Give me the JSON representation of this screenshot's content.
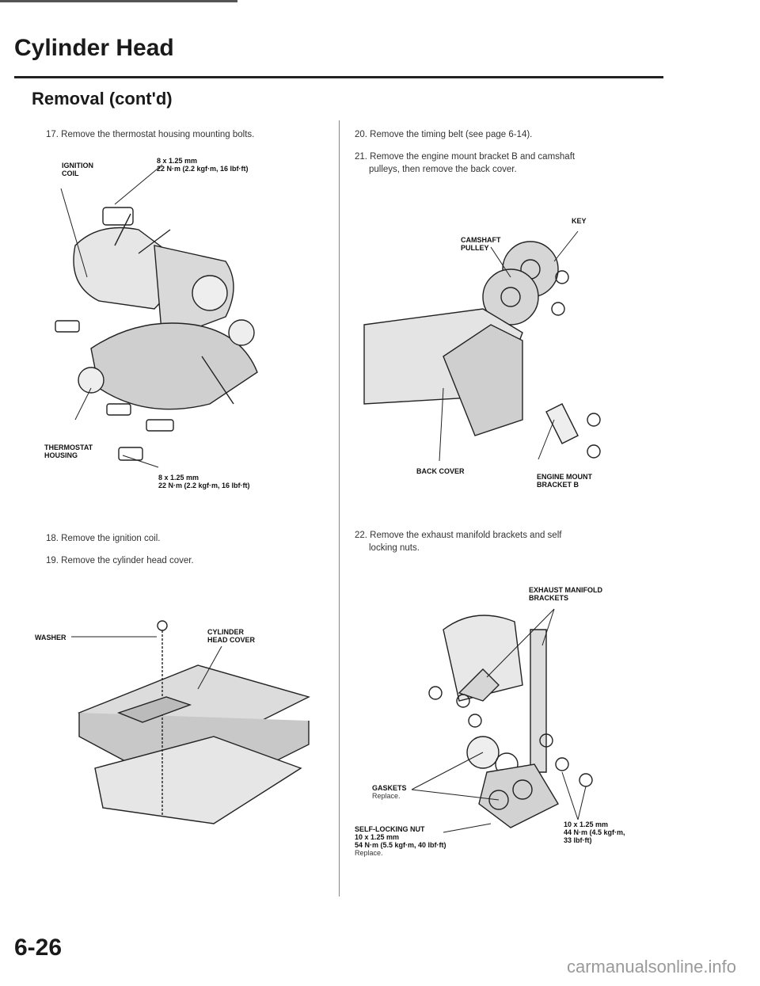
{
  "header": {
    "title": "Cylinder Head",
    "subtitle": "Removal (cont'd)"
  },
  "left": {
    "step17": "17. Remove the thermostat housing mounting bolts.",
    "fig1": {
      "ignition_coil": "IGNITION\nCOIL",
      "torque_top": "8 x 1.25 mm\n22 N·m (2.2 kgf·m, 16 lbf·ft)",
      "thermostat_housing": "THERMOSTAT\nHOUSING",
      "torque_bottom": "8 x 1.25 mm\n22 N·m (2.2 kgf·m, 16 lbf·ft)"
    },
    "step18": "18. Remove the ignition coil.",
    "step19": "19. Remove the cylinder head cover.",
    "fig2": {
      "washer": "WASHER",
      "cover": "CYLINDER\nHEAD COVER"
    }
  },
  "right": {
    "step20": "20. Remove the timing belt (see page 6-14).",
    "step21a": "21. Remove the engine mount bracket B and camshaft",
    "step21b": "pulleys, then remove the back cover.",
    "fig3": {
      "key": "KEY",
      "camshaft_pulley": "CAMSHAFT\nPULLEY",
      "back_cover": "BACK COVER",
      "engine_mount": "ENGINE MOUNT\nBRACKET B"
    },
    "step22a": "22. Remove the exhaust manifold brackets and self",
    "step22b": "locking nuts.",
    "fig4": {
      "brackets": "EXHAUST MANIFOLD\nBRACKETS",
      "gaskets": "GASKETS",
      "gaskets_note": "Replace.",
      "nut": "SELF-LOCKING NUT\n10 x 1.25 mm\n54 N·m (5.5 kgf·m, 40 lbf·ft)",
      "nut_note": "Replace.",
      "torque": "10 x 1.25 mm\n44 N·m (4.5 kgf·m,\n33 lbf·ft)"
    }
  },
  "page_number": "6-26",
  "footer": "carmanualsonline.info"
}
